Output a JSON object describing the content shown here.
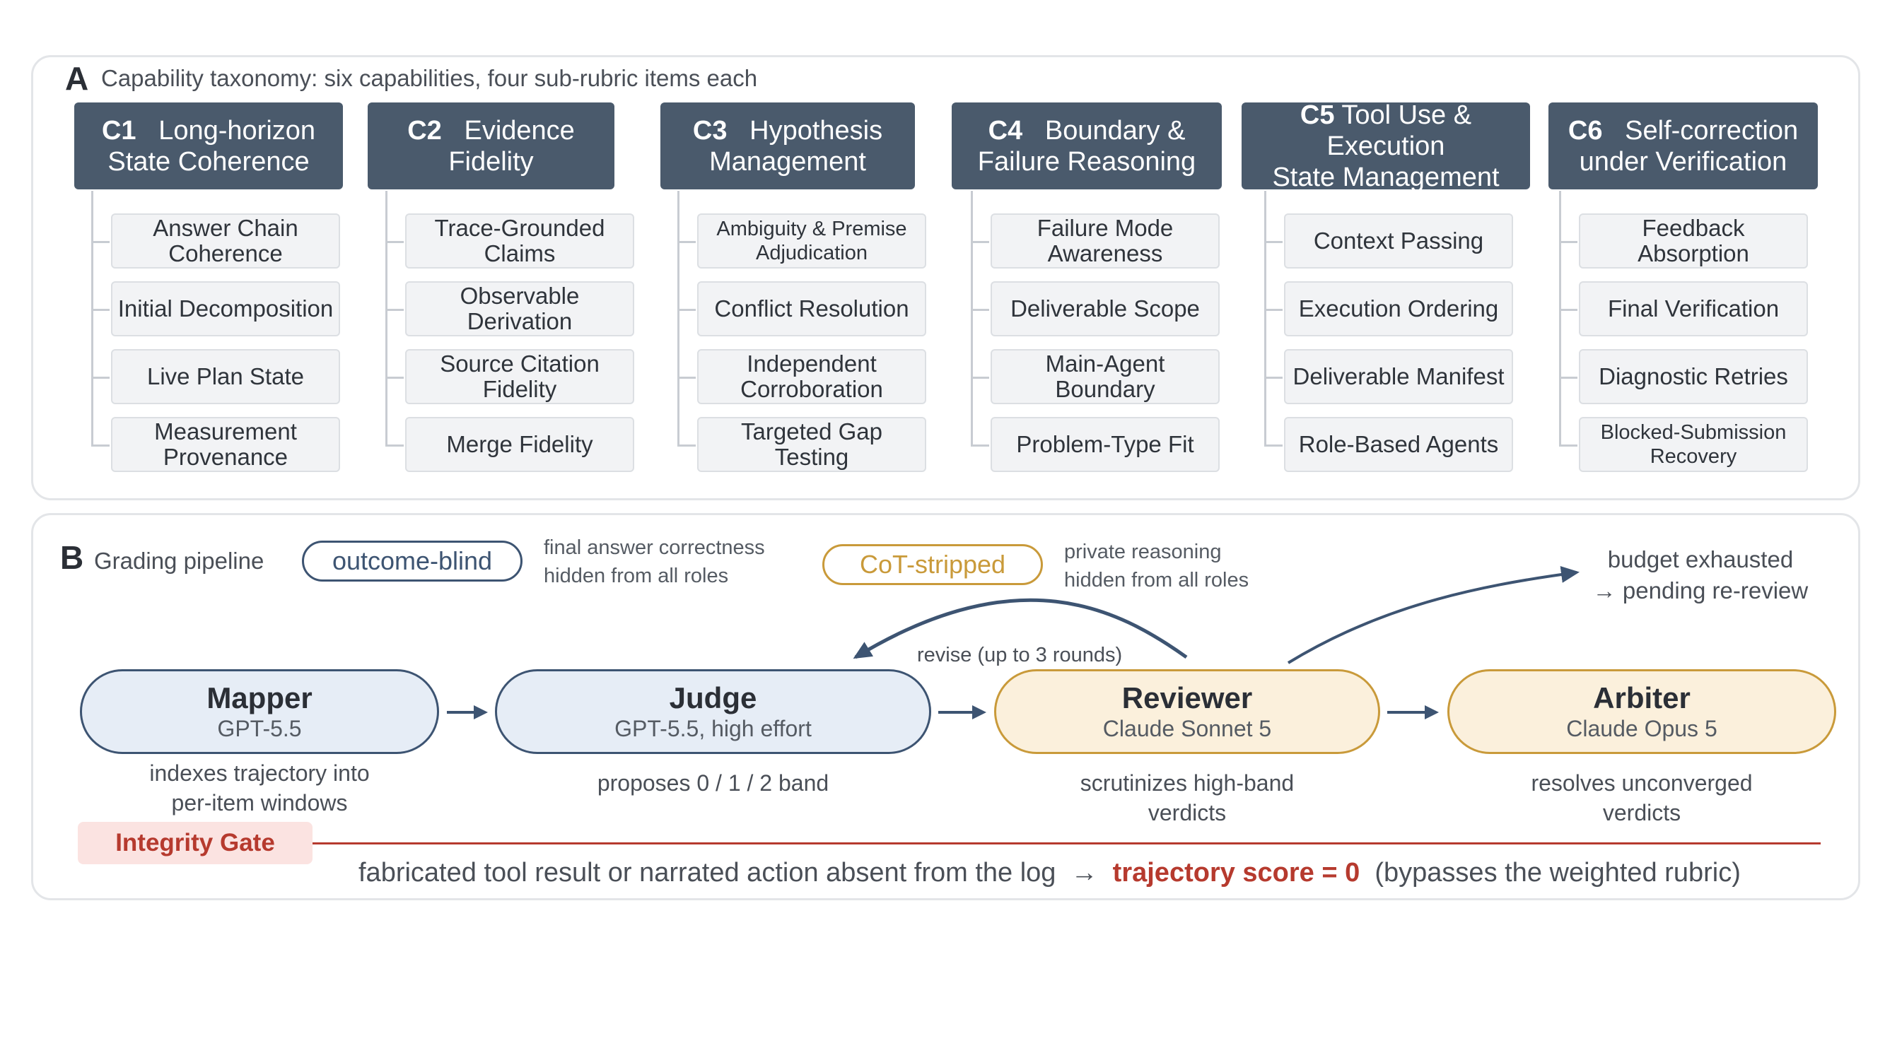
{
  "panel_a": {
    "letter": "A",
    "title": "Capability taxonomy: six capabilities, four sub-rubric items each",
    "capabilities": [
      {
        "id": "C1",
        "name_line1": "Long-horizon",
        "name_line2": "State Coherence",
        "items": [
          {
            "line1": "Answer Chain",
            "line2": "Coherence"
          },
          {
            "line1": "Initial Decomposition",
            "line2": ""
          },
          {
            "line1": "Live Plan State",
            "line2": ""
          },
          {
            "line1": "Measurement",
            "line2": "Provenance"
          }
        ]
      },
      {
        "id": "C2",
        "name_line1": "Evidence",
        "name_line2": "Fidelity",
        "items": [
          {
            "line1": "Trace-Grounded",
            "line2": "Claims"
          },
          {
            "line1": "Observable",
            "line2": "Derivation"
          },
          {
            "line1": "Source Citation",
            "line2": "Fidelity"
          },
          {
            "line1": "Merge Fidelity",
            "line2": ""
          }
        ]
      },
      {
        "id": "C3",
        "name_line1": "Hypothesis",
        "name_line2": "Management",
        "items": [
          {
            "line1": "Ambiguity & Premise",
            "line2": "Adjudication"
          },
          {
            "line1": "Conflict Resolution",
            "line2": ""
          },
          {
            "line1": "Independent",
            "line2": "Corroboration"
          },
          {
            "line1": "Targeted Gap",
            "line2": "Testing"
          }
        ]
      },
      {
        "id": "C4",
        "name_line1": "Boundary &",
        "name_line2": "Failure Reasoning",
        "items": [
          {
            "line1": "Failure Mode",
            "line2": "Awareness"
          },
          {
            "line1": "Deliverable Scope",
            "line2": ""
          },
          {
            "line1": "Main-Agent",
            "line2": "Boundary"
          },
          {
            "line1": "Problem-Type Fit",
            "line2": ""
          }
        ]
      },
      {
        "id": "C5",
        "name_line1": "Tool Use &",
        "name_line2": "Execution",
        "name_line3": "State Management",
        "items": [
          {
            "line1": "Context Passing",
            "line2": ""
          },
          {
            "line1": "Execution Ordering",
            "line2": ""
          },
          {
            "line1": "Deliverable Manifest",
            "line2": ""
          },
          {
            "line1": "Role-Based Agents",
            "line2": ""
          }
        ]
      },
      {
        "id": "C6",
        "name_line1": "Self-correction",
        "name_line2": "under Verification",
        "items": [
          {
            "line1": "Feedback",
            "line2": "Absorption"
          },
          {
            "line1": "Final Verification",
            "line2": ""
          },
          {
            "line1": "Diagnostic Retries",
            "line2": ""
          },
          {
            "line1": "Blocked-Submission",
            "line2": "Recovery"
          }
        ]
      }
    ]
  },
  "panel_b": {
    "letter": "B",
    "title": "Grading pipeline",
    "tag_outcome": "outcome-blind",
    "note_outcome_line1": "final answer correctness",
    "note_outcome_line2": "hidden from all roles",
    "tag_cot": "CoT-stripped",
    "note_cot_line1": "private reasoning",
    "note_cot_line2": "hidden from all roles",
    "budget_line1": "budget exhausted",
    "budget_line2": "→ pending re-review",
    "revise_label": "revise (up to 3 rounds)",
    "stages": [
      {
        "name": "Mapper",
        "model": "GPT-5.5",
        "desc_line1": "indexes trajectory into",
        "desc_line2": "per-item windows"
      },
      {
        "name": "Judge",
        "model": "GPT-5.5, high effort",
        "desc_line1": "proposes 0 / 1 / 2 band",
        "desc_line2": ""
      },
      {
        "name": "Reviewer",
        "model": "Claude Sonnet 5",
        "desc_line1": "scrutinizes high-band",
        "desc_line2": "verdicts"
      },
      {
        "name": "Arbiter",
        "model": "Claude Opus 5",
        "desc_line1": "resolves unconverged",
        "desc_line2": "verdicts"
      }
    ],
    "gate_label": "Integrity Gate",
    "gate_text_pre": "fabricated tool result or narrated action absent from the log  →  ",
    "gate_text_red": "trajectory score = 0",
    "gate_text_post": "  (bypasses the weighted rubric)"
  },
  "colors": {
    "header_fill": "#4a5a6c",
    "blue_stroke": "#3d5472",
    "blue_fill": "#e6edf6",
    "amber_stroke": "#c99a3a",
    "amber_fill": "#fbf0dc",
    "gate_red": "#b63a2e"
  }
}
